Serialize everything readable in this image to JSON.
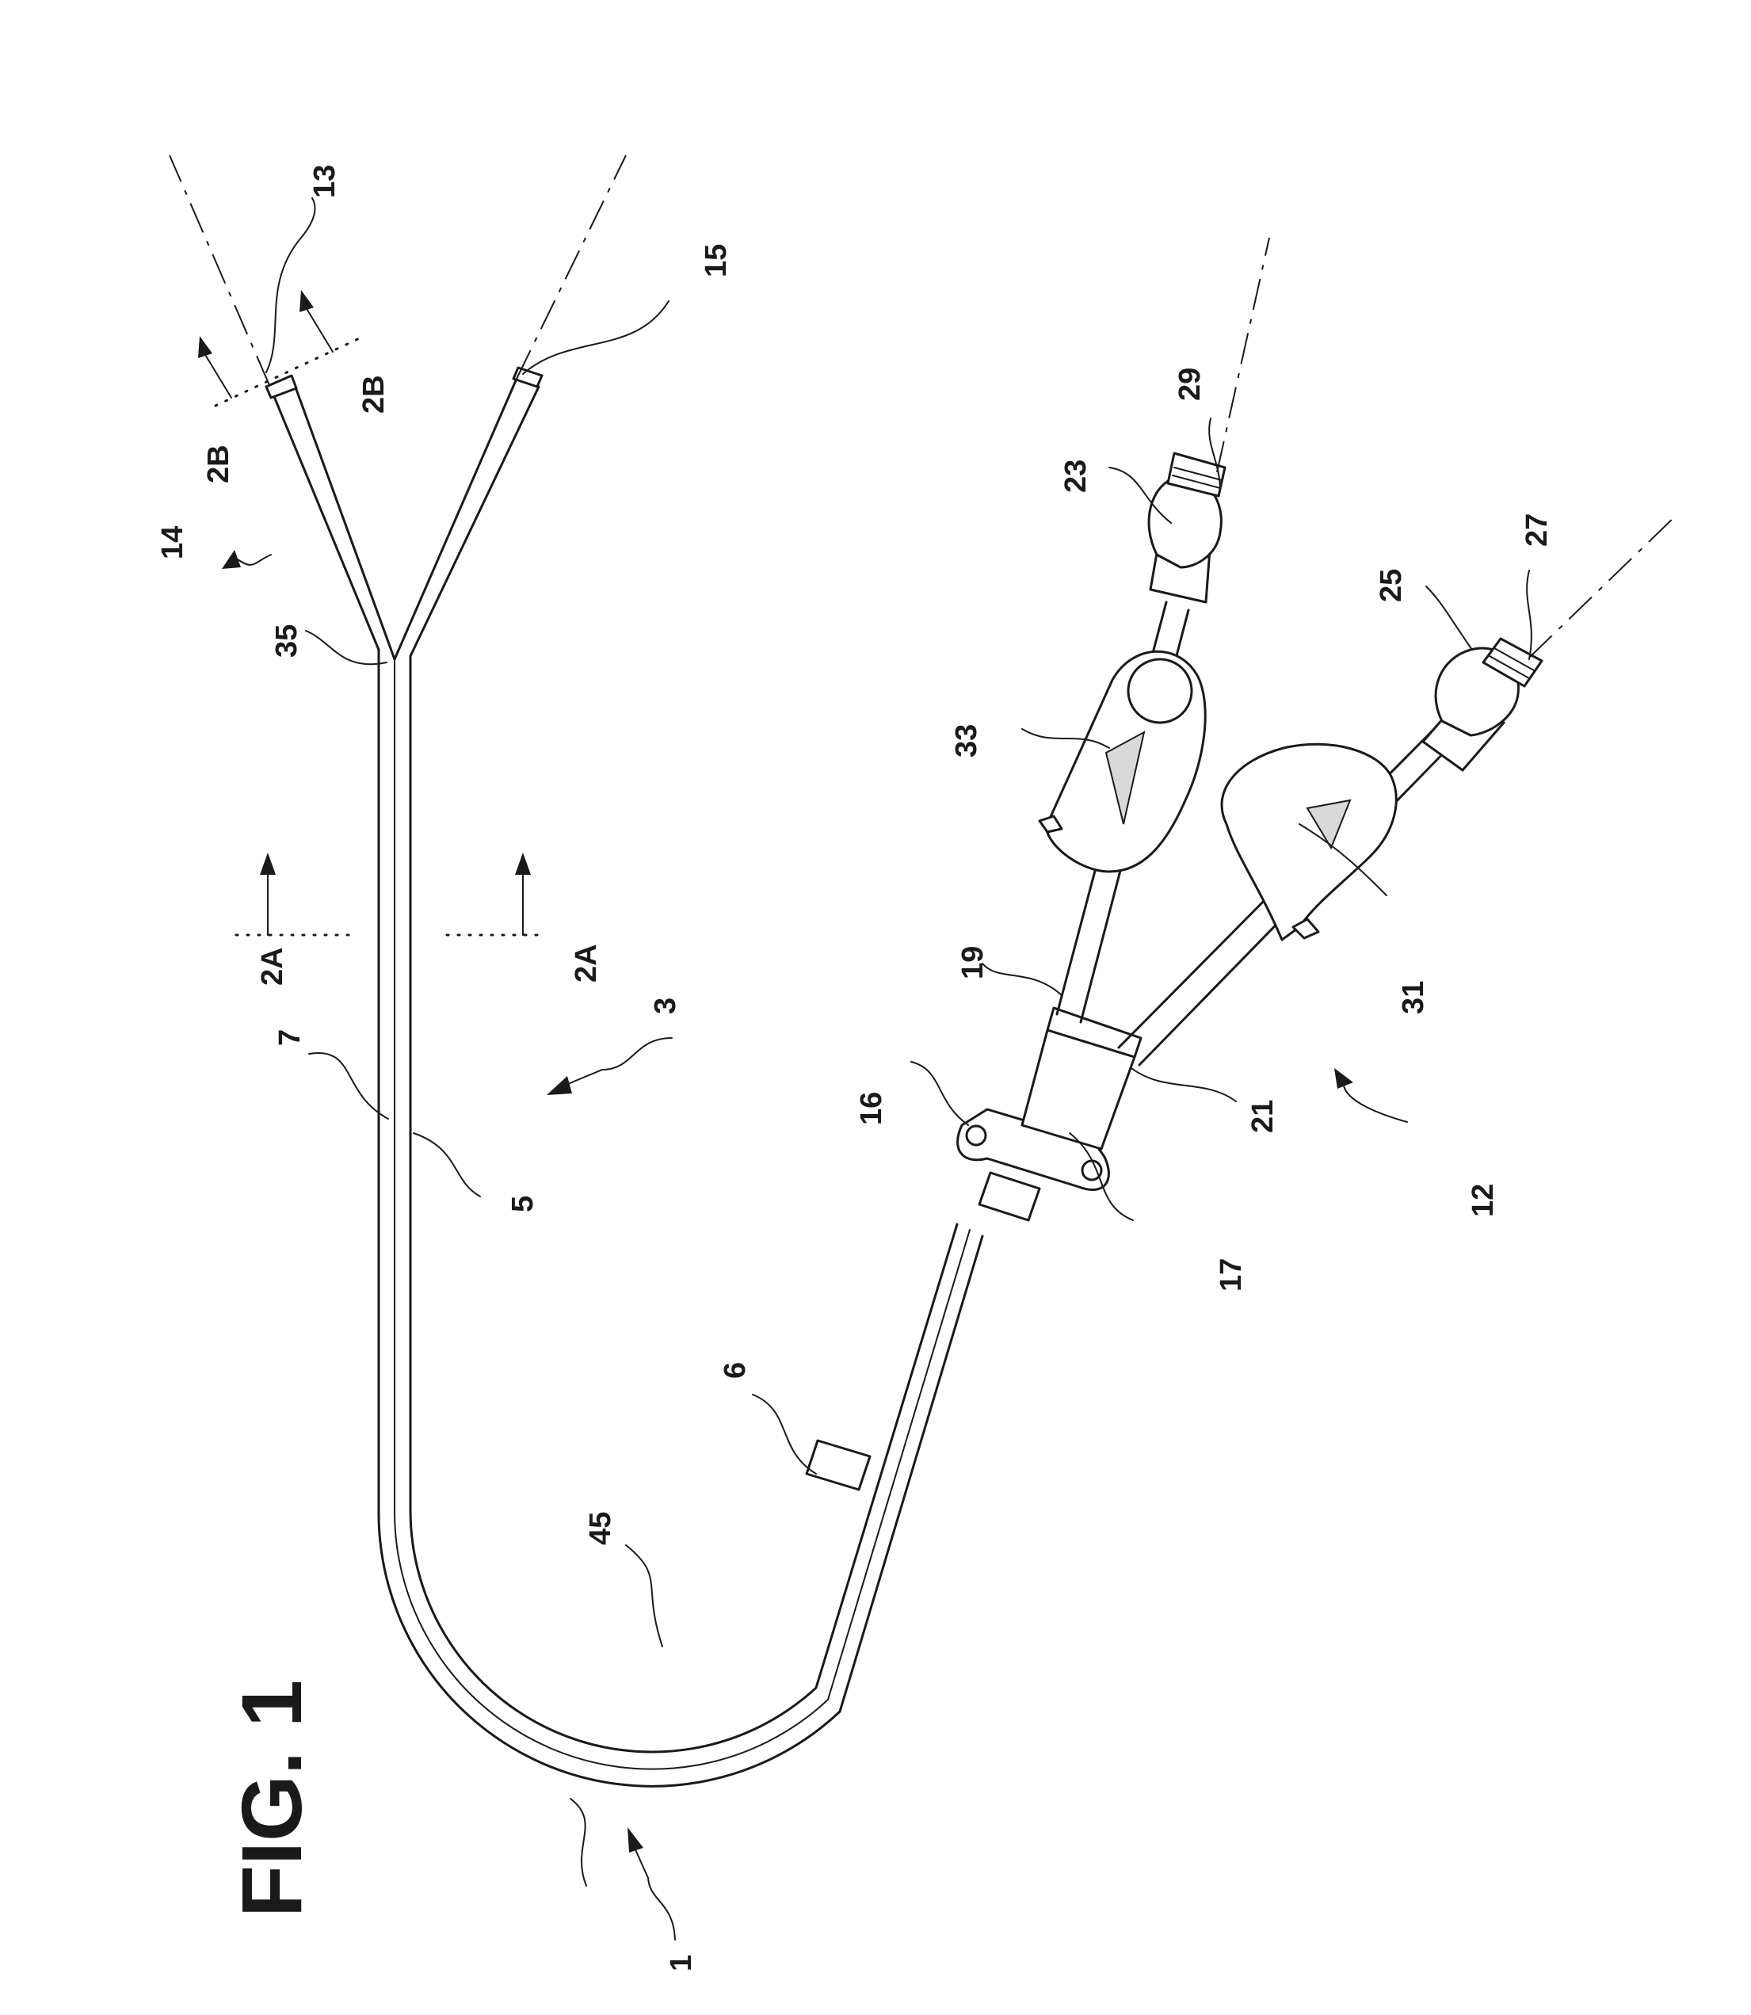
{
  "figure_title": "FIG. 1",
  "reference_numerals": {
    "device": "1",
    "catheter_body": "3",
    "inner_lumen": "5",
    "sleeve_6": "6",
    "outer_wall": "7",
    "proximal_assembly": "12",
    "tip_13": "13",
    "distal_split": "14",
    "tip_15": "15",
    "suture_wing": "16",
    "hub": "17",
    "extension_19": "19",
    "extension_21": "21",
    "connector_23": "23",
    "connector_25": "25",
    "cap_27": "27",
    "cap_29": "29",
    "clamp_31": "31",
    "clamp_33": "33",
    "bifurcation": "35",
    "bend": "45"
  },
  "section_marks": {
    "a_left": "2A",
    "a_right": "2A",
    "b_left": "2B",
    "b_right": "2B"
  }
}
